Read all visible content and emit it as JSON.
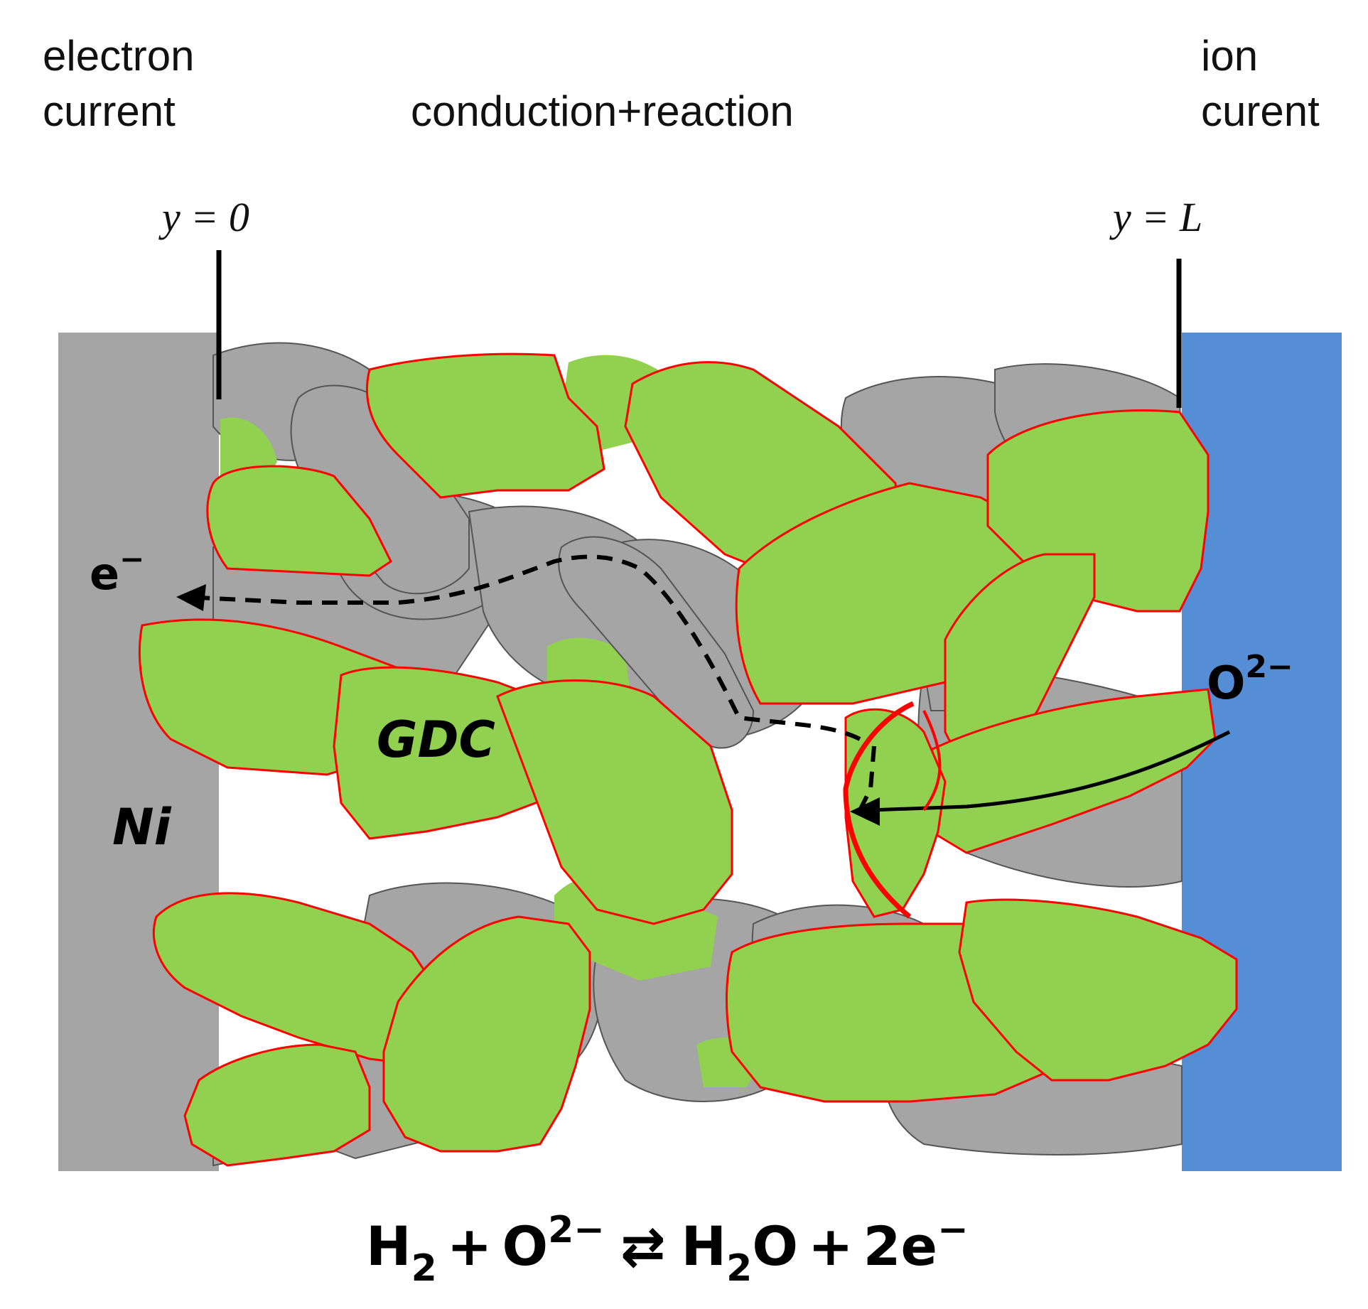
{
  "labels": {
    "electron_current_line1": "electron",
    "electron_current_line2": "current",
    "center": "conduction+reaction",
    "ion_current_line1": "ion",
    "ion_current_line2": "curent",
    "y0": "y = 0",
    "yL": "y = L",
    "electron": "e",
    "electron_sup": "−",
    "oxide": "O",
    "oxide_sup": "2−",
    "gdc": "GDC",
    "ni": "Ni"
  },
  "equation": {
    "h2": "H",
    "h2_sub": "2",
    "plus1": "+",
    "o": "O",
    "o_sup": "2−",
    "arrow": "⇄",
    "h2o_h": "H",
    "h2o_sub": "2",
    "h2o_o": "O",
    "plus2": "+",
    "two_e": "2e",
    "e_sup": "−"
  },
  "colors": {
    "ni_gray": "#a5a5a5",
    "gdc_green": "#92d050",
    "tpb_red": "#ff0000",
    "electrolyte_blue": "#558ed5",
    "line_black": "#000000"
  }
}
